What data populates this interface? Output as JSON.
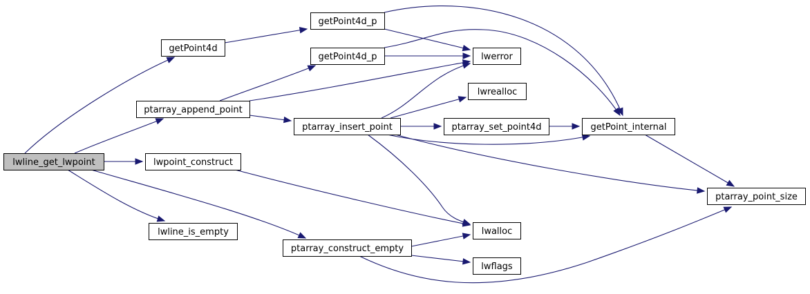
{
  "graph": {
    "title": "lwline_get_lwpoint call graph",
    "colors": {
      "edge": "#191970",
      "node_fill": "#ffffff",
      "root_fill": "#bfbfbf",
      "node_border": "#000000"
    },
    "nodes": [
      {
        "id": "lwline_get_lwpoint",
        "label": "lwline_get_lwpoint",
        "root": true
      },
      {
        "id": "getPoint4d",
        "label": "getPoint4d"
      },
      {
        "id": "ptarray_append_point",
        "label": "ptarray_append_point"
      },
      {
        "id": "lwpoint_construct",
        "label": "lwpoint_construct"
      },
      {
        "id": "lwline_is_empty",
        "label": "lwline_is_empty"
      },
      {
        "id": "getPoint4d_p_a",
        "label": "getPoint4d_p"
      },
      {
        "id": "getPoint4d_p_b",
        "label": "getPoint4d_p"
      },
      {
        "id": "ptarray_insert_point",
        "label": "ptarray_insert_point"
      },
      {
        "id": "ptarray_construct_empty",
        "label": "ptarray_construct_empty"
      },
      {
        "id": "lwerror",
        "label": "lwerror"
      },
      {
        "id": "lwrealloc",
        "label": "lwrealloc"
      },
      {
        "id": "ptarray_set_point4d",
        "label": "ptarray_set_point4d"
      },
      {
        "id": "lwalloc",
        "label": "lwalloc"
      },
      {
        "id": "lwflags",
        "label": "lwflags"
      },
      {
        "id": "getPoint_internal",
        "label": "getPoint_internal"
      },
      {
        "id": "ptarray_point_size",
        "label": "ptarray_point_size"
      }
    ],
    "edges": [
      {
        "from": "lwline_get_lwpoint",
        "to": "getPoint4d"
      },
      {
        "from": "lwline_get_lwpoint",
        "to": "ptarray_append_point"
      },
      {
        "from": "lwline_get_lwpoint",
        "to": "lwpoint_construct"
      },
      {
        "from": "lwline_get_lwpoint",
        "to": "lwline_is_empty"
      },
      {
        "from": "lwline_get_lwpoint",
        "to": "ptarray_construct_empty"
      },
      {
        "from": "getPoint4d",
        "to": "getPoint4d_p_a"
      },
      {
        "from": "getPoint4d_p_a",
        "to": "lwerror"
      },
      {
        "from": "getPoint4d_p_a",
        "to": "getPoint_internal"
      },
      {
        "from": "getPoint4d_p_b",
        "to": "lwerror"
      },
      {
        "from": "getPoint4d_p_b",
        "to": "getPoint_internal"
      },
      {
        "from": "ptarray_append_point",
        "to": "getPoint4d_p_b"
      },
      {
        "from": "ptarray_append_point",
        "to": "lwerror"
      },
      {
        "from": "ptarray_append_point",
        "to": "ptarray_insert_point"
      },
      {
        "from": "ptarray_insert_point",
        "to": "lwerror"
      },
      {
        "from": "ptarray_insert_point",
        "to": "lwrealloc"
      },
      {
        "from": "ptarray_insert_point",
        "to": "ptarray_set_point4d"
      },
      {
        "from": "ptarray_insert_point",
        "to": "getPoint_internal"
      },
      {
        "from": "ptarray_insert_point",
        "to": "ptarray_point_size"
      },
      {
        "from": "ptarray_insert_point",
        "to": "lwalloc"
      },
      {
        "from": "ptarray_set_point4d",
        "to": "getPoint_internal"
      },
      {
        "from": "getPoint_internal",
        "to": "ptarray_point_size"
      },
      {
        "from": "lwpoint_construct",
        "to": "lwalloc"
      },
      {
        "from": "ptarray_construct_empty",
        "to": "lwalloc"
      },
      {
        "from": "ptarray_construct_empty",
        "to": "lwflags"
      },
      {
        "from": "ptarray_construct_empty",
        "to": "ptarray_point_size"
      }
    ]
  }
}
